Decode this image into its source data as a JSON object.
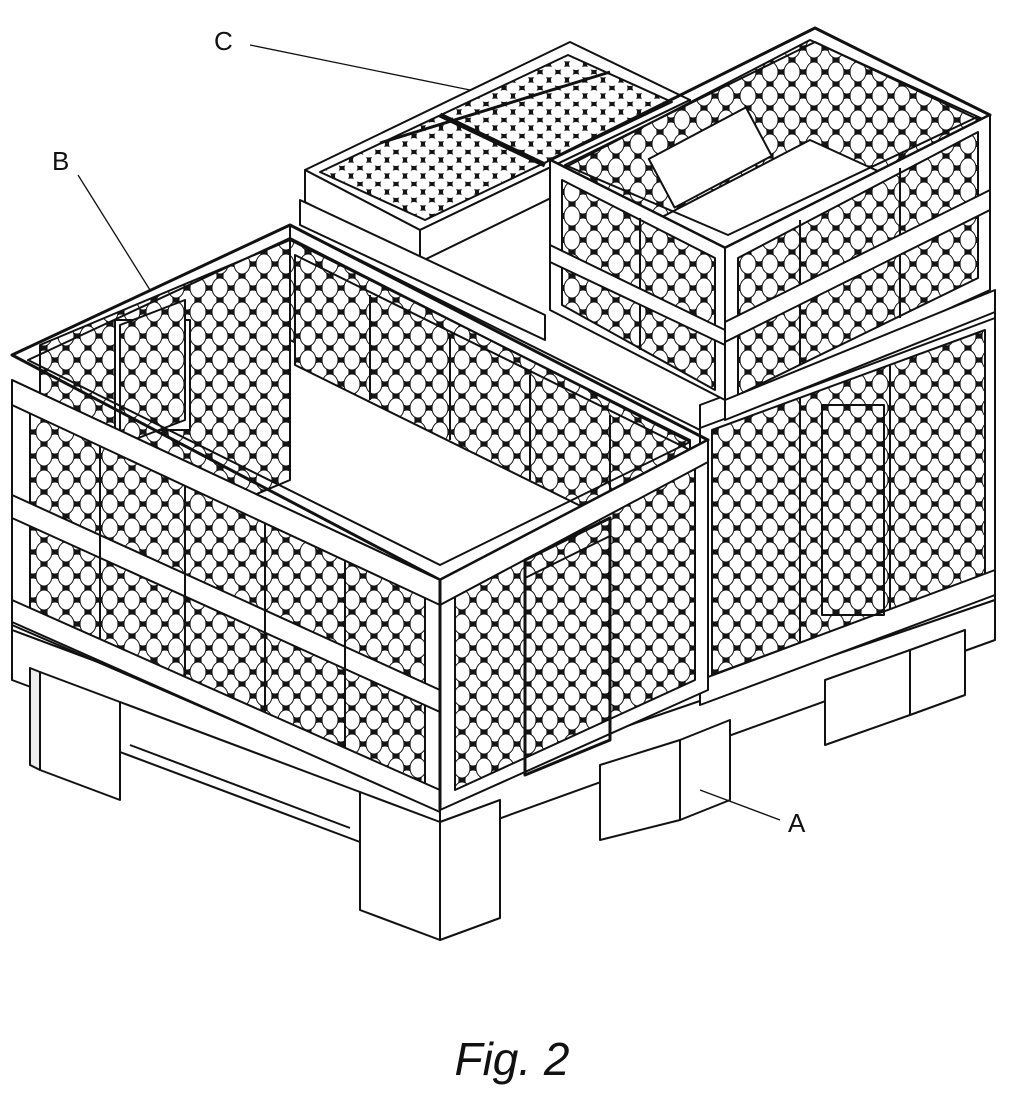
{
  "figure": {
    "caption": "Fig. 2",
    "labels": {
      "a": "A",
      "b": "B",
      "c": "C"
    }
  },
  "colors": {
    "line": "#111111",
    "fill": "#ffffff",
    "hole": "#1a1a1a"
  }
}
